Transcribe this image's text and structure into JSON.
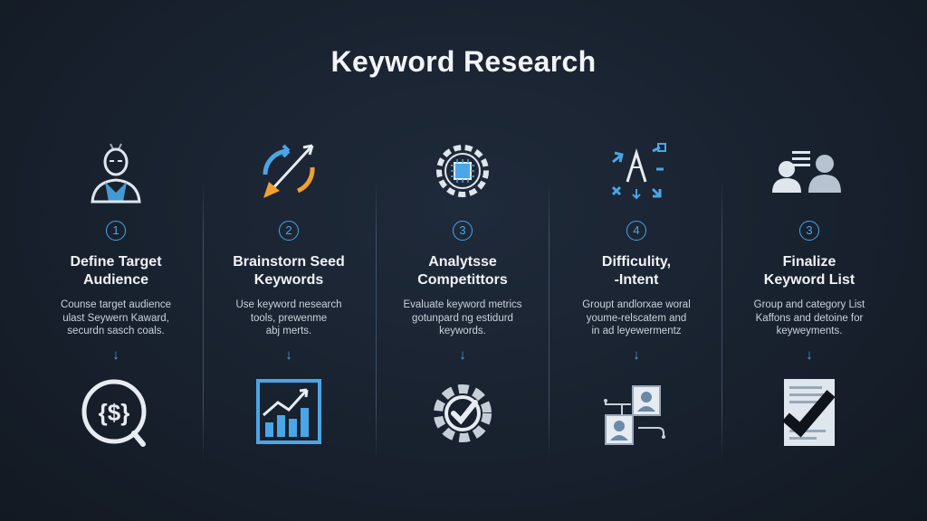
{
  "title": "Keyword Research",
  "accent_color": "#4aa6e6",
  "steps": [
    {
      "number": "1",
      "title_line1": "Define Target",
      "title_line2": "Audience",
      "desc_lines": [
        "Counse target audience",
        "ulast Seywern Kaward,",
        "securdn sasch coals."
      ],
      "arrow": "↓",
      "top_icon": "person-bust-icon",
      "bottom_icon": "dollar-target-icon"
    },
    {
      "number": "2",
      "title_line1": "Brainstorn Seed",
      "title_line2": "Keywords",
      "desc_lines": [
        "Use keyword nesearch",
        "tools, prewenme",
        "abj merts."
      ],
      "arrow": "↓",
      "top_icon": "brainstorm-arrows-icon",
      "bottom_icon": "rising-bar-chart-icon"
    },
    {
      "number": "3",
      "title_line1": "Analytsse",
      "title_line2": "Competittors",
      "desc_lines": [
        "Evaluate keyword metrics",
        "gotunpard ng estidurd",
        "keywords."
      ],
      "arrow": "↓",
      "top_icon": "gear-chip-icon",
      "bottom_icon": "gear-check-icon"
    },
    {
      "number": "4",
      "title_line1": "Difficulity,",
      "title_line2": "-Intent",
      "desc_lines": [
        "Groupt andlorxae woral",
        "youme-relscatem and",
        "in ad leyewermentz"
      ],
      "arrow": "↓",
      "top_icon": "network-arrows-icon",
      "bottom_icon": "profile-flow-icon"
    },
    {
      "number": "3",
      "title_line1": "Finalize",
      "title_line2": "Keyword List",
      "desc_lines": [
        "Group and category List",
        "Kaffons and detoine for",
        "keyweyments."
      ],
      "arrow": "↓",
      "top_icon": "people-list-icon",
      "bottom_icon": "document-check-icon"
    }
  ],
  "icon_labels": {
    "dollar_symbol": "{$}"
  }
}
